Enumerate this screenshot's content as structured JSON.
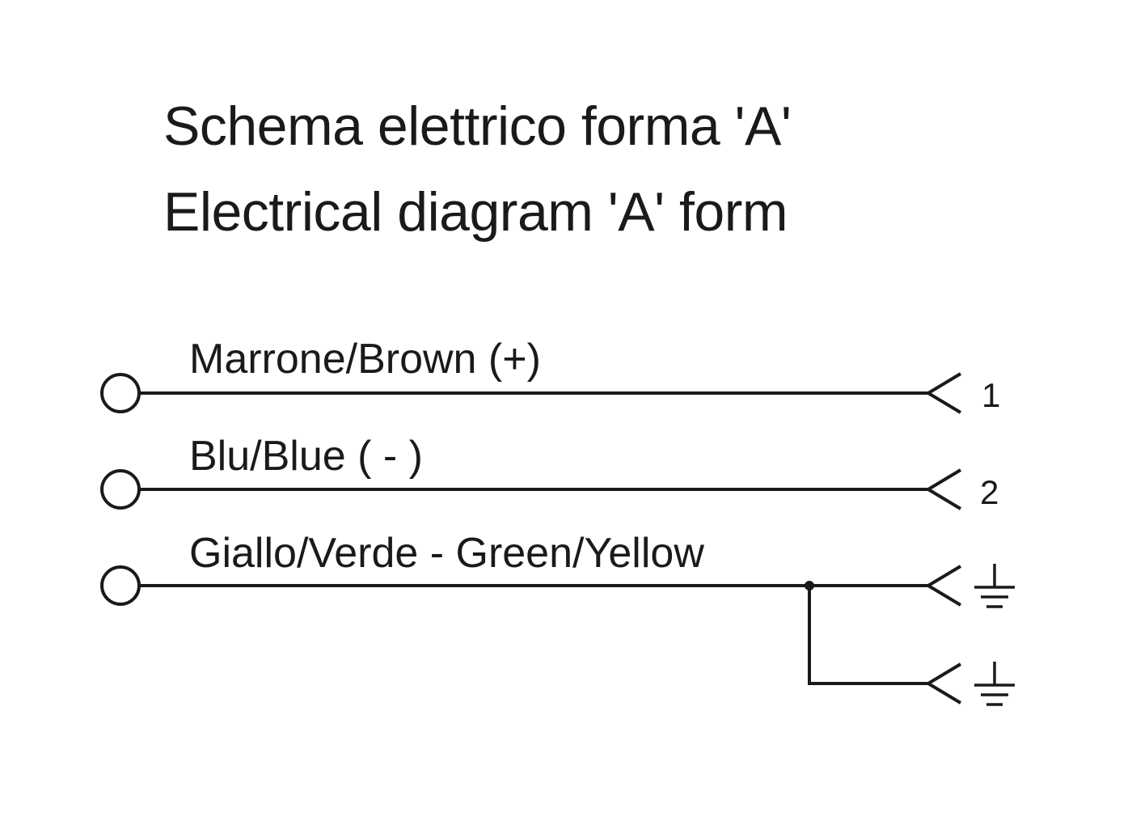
{
  "title": {
    "line1": "Schema elettrico forma 'A'",
    "line2": "Electrical diagram 'A' form"
  },
  "wires": [
    {
      "label": "Marrone/Brown (+)",
      "pin": "1"
    },
    {
      "label": "Blu/Blue ( - )",
      "pin": "2"
    },
    {
      "label": "Giallo/Verde - Green/Yellow",
      "pin": "ground-icon"
    }
  ],
  "colors": {
    "ink": "#1a1a1a",
    "background": "#ffffff"
  }
}
